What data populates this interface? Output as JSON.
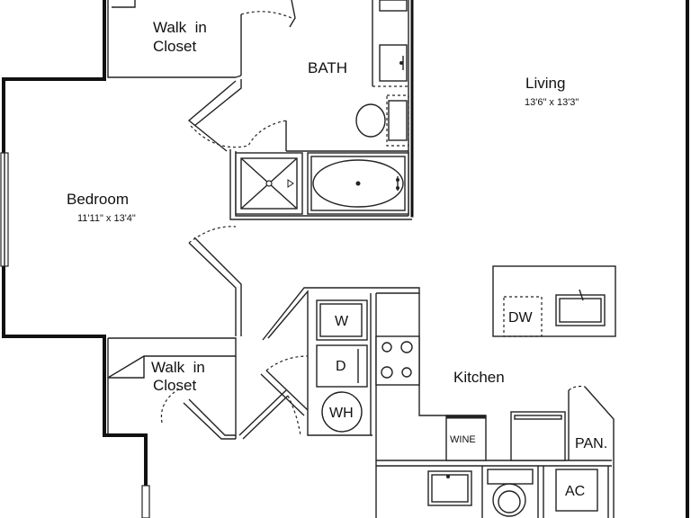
{
  "rooms": {
    "living": {
      "name": "Living",
      "dims": "13'6\" x 13'3\""
    },
    "bedroom": {
      "name": "Bedroom",
      "dims": "11'11\" x 13'4\""
    },
    "bath": {
      "name": "BATH"
    },
    "kitchen": {
      "name": "Kitchen"
    },
    "closet_top": {
      "line1": "Walk  in",
      "line2": "Closet"
    },
    "closet_bottom": {
      "line1": "Walk  in",
      "line2": "Closet"
    }
  },
  "appliances": {
    "dishwasher": "DW",
    "washer": "W",
    "dryer": "D",
    "water_heater": "WH",
    "wine": "WINE",
    "pantry": "PAN.",
    "air_conditioner": "AC"
  },
  "colors": {
    "line": "#222222",
    "wall": "#111111",
    "background": "#ffffff"
  }
}
